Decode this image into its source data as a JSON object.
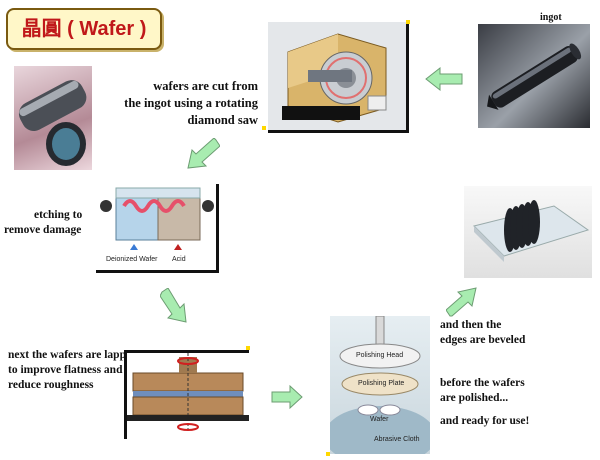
{
  "title": "晶圓 ( Wafer )",
  "labels": {
    "ingot": "ingot",
    "cut": [
      "wafers are cut from",
      "the ingot using a rotating",
      "diamond saw"
    ],
    "etch": [
      "etching to",
      "remove damage"
    ],
    "lap": [
      "next the wafers are lapped",
      "to improve flatness and",
      "reduce roughness"
    ],
    "bevel": [
      "and then the",
      "edges are beveled"
    ],
    "polish": [
      "before the wafers",
      "are polished..."
    ],
    "ready": "and ready for use!"
  },
  "etch_tank": {
    "left_label": "Deionized Wafer",
    "right_label": "Acid"
  },
  "polisher": {
    "head": "Polishing Head",
    "plate": "Polishing Plate",
    "wafer": "Wafer",
    "cloth": "Abrasive Cloth"
  },
  "colors": {
    "title_red": "#c0181a",
    "title_bg": "#fff7c8",
    "arrow_green": "#a8ecb0",
    "panel_border": "#111111"
  }
}
